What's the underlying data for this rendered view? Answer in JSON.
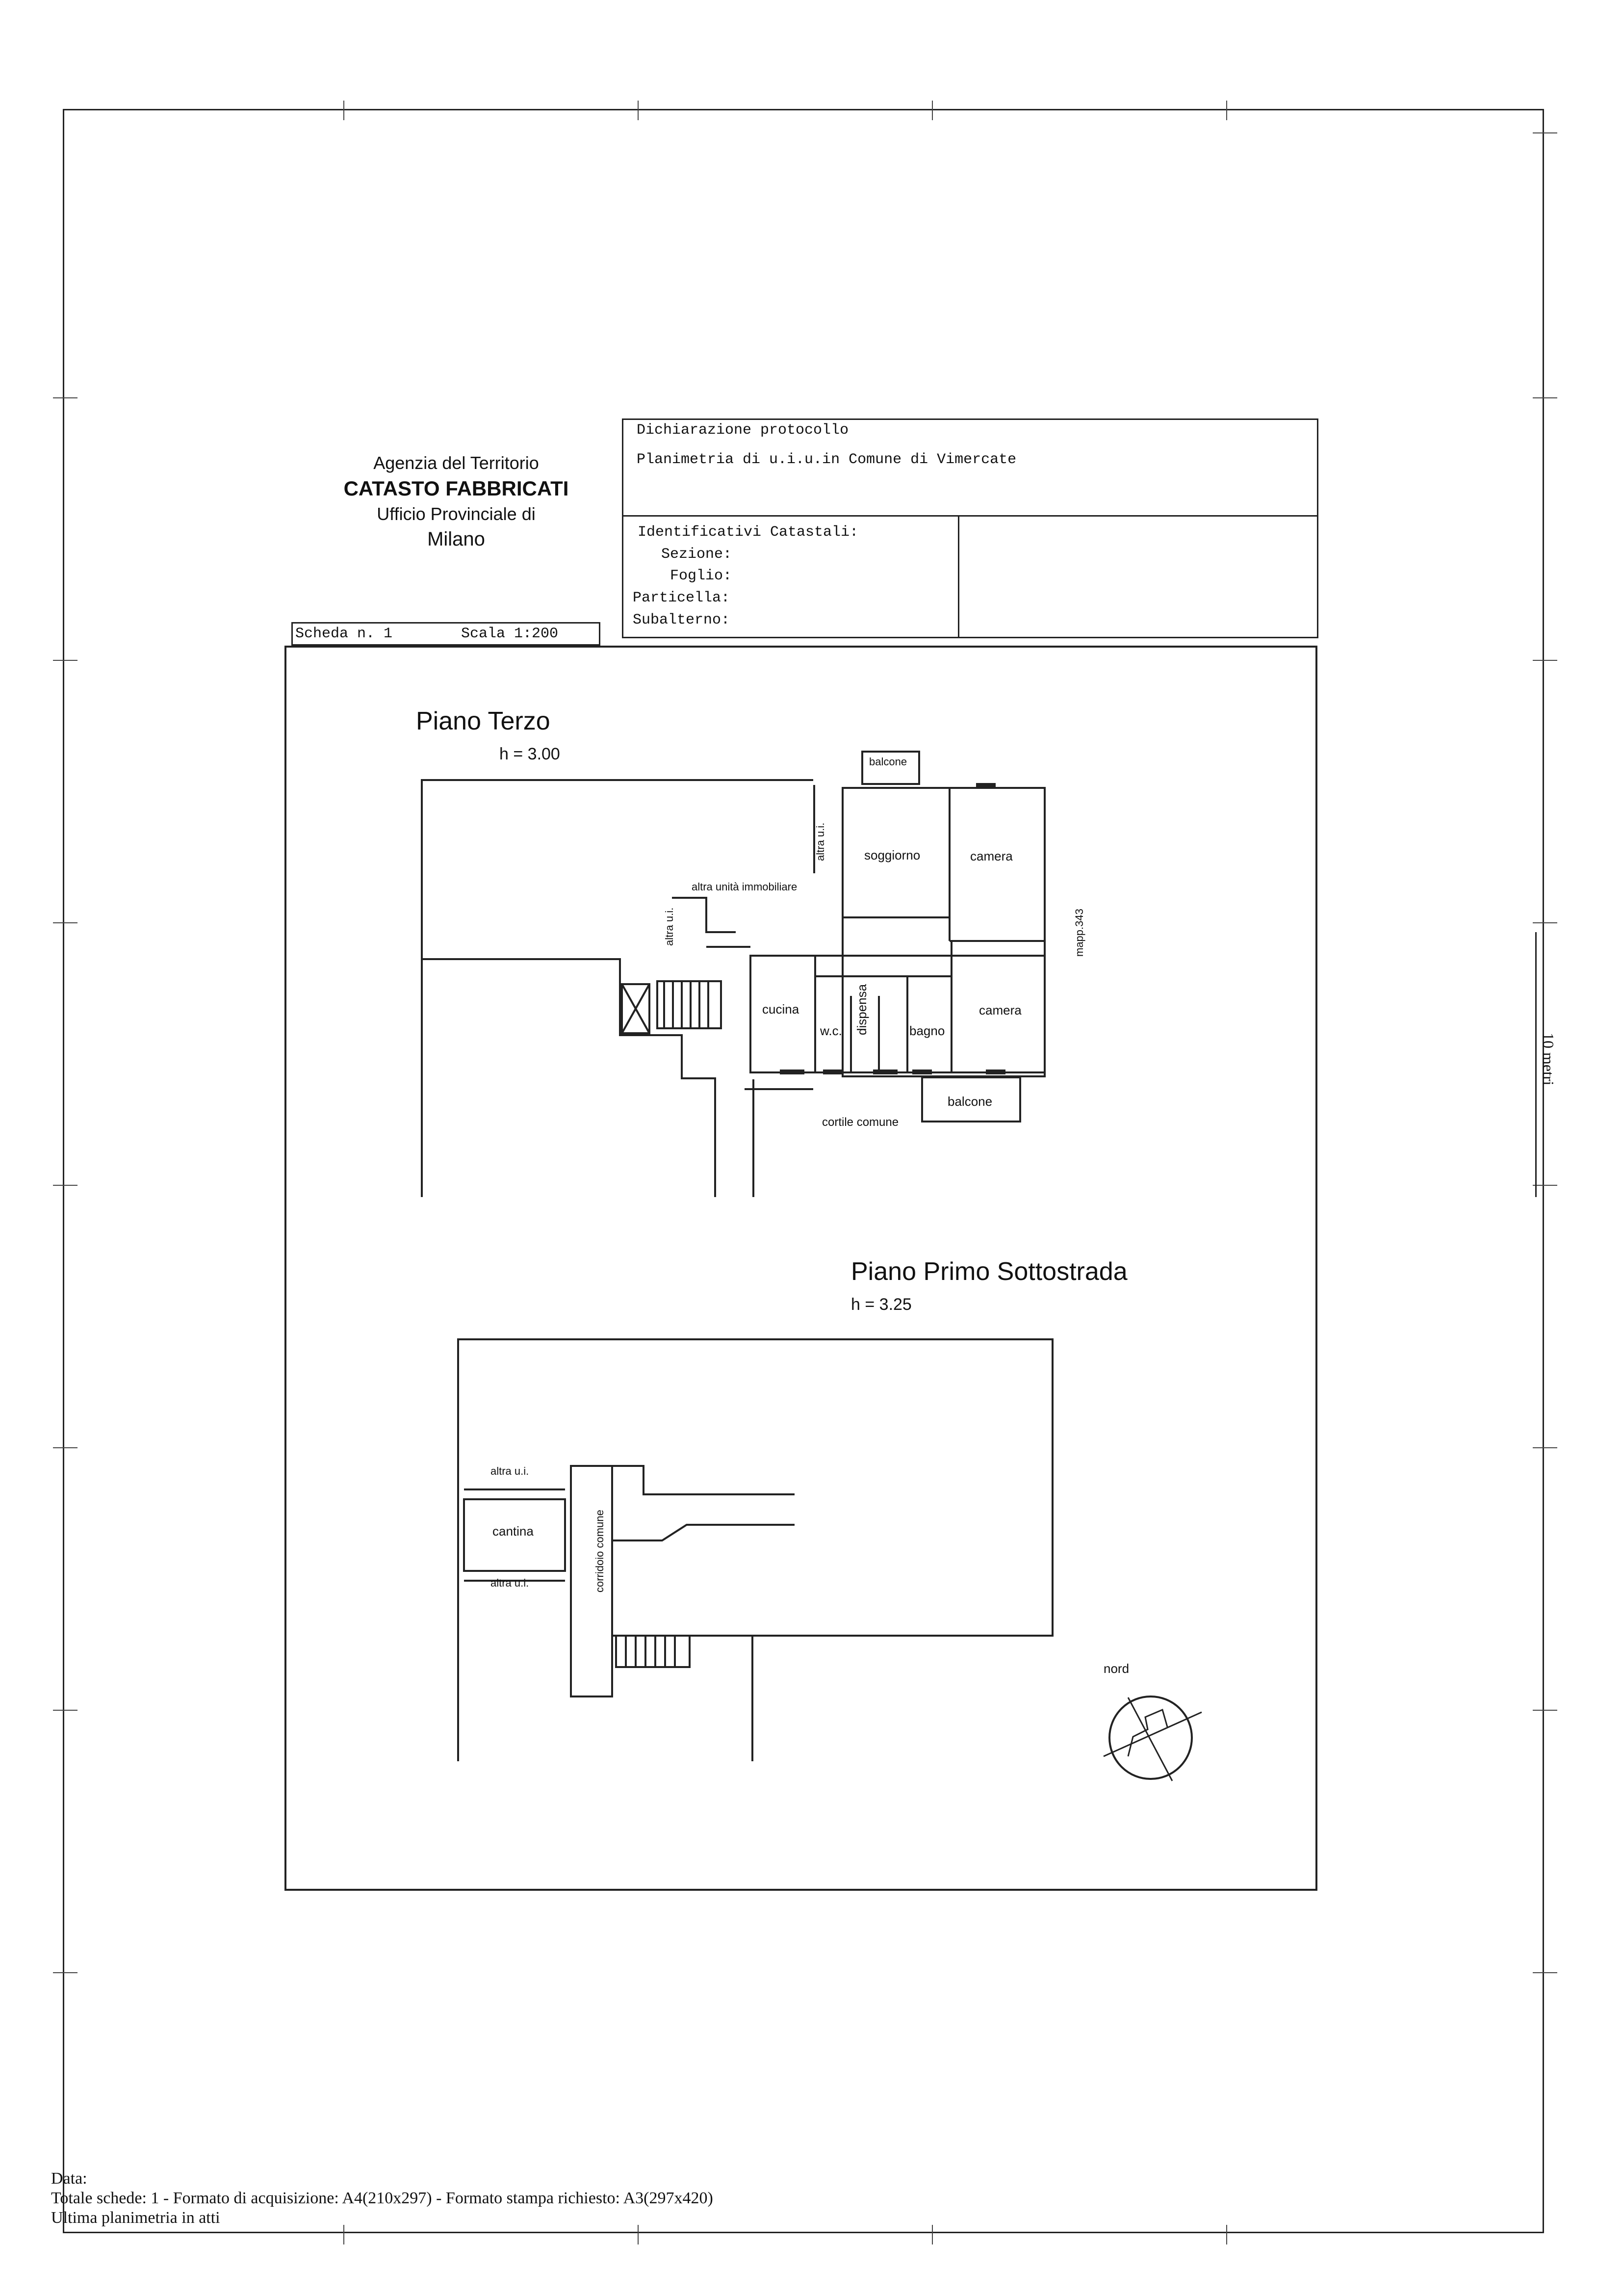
{
  "agency": {
    "line1": "Agenzia del Territorio",
    "line2": "CATASTO FABBRICATI",
    "line3": "Ufficio Provinciale di",
    "line4": "Milano"
  },
  "protocol_box": {
    "title": "Dichiarazione protocollo",
    "subtitle": "Planimetria di u.i.u.in Comune di Vimercate",
    "identificativi": "Identificativi Catastali:",
    "sezione": "Sezione:",
    "foglio": "Foglio:",
    "particella": "Particella:",
    "subalterno": "Subalterno:"
  },
  "scheda": {
    "label": "Scheda n. 1",
    "scala": "Scala 1:200"
  },
  "floor_terzo": {
    "title": "Piano Terzo",
    "height": "h = 3.00",
    "rooms": {
      "balcone_top": "balcone",
      "soggiorno": "soggiorno",
      "camera1": "camera",
      "camera2": "camera",
      "cucina": "cucina",
      "wc": "w.c.",
      "dispensa": "dispensa",
      "bagno": "bagno",
      "balcone_bottom": "balcone",
      "cortile": "cortile comune",
      "altra_ui_1": "altra u.i.",
      "altra_ui_2": "altra u.i.",
      "altra_unita": "altra unità immobiliare",
      "mapp": "mapp.343"
    }
  },
  "floor_sottostrada": {
    "title": "Piano Primo Sottostrada",
    "height": "h = 3.25",
    "rooms": {
      "altra_ui_top": "altra u.i.",
      "cantina": "cantina",
      "altra_ui_bottom": "altra u.i.",
      "corridoio": "corridoio comune"
    }
  },
  "north_label": "nord",
  "scale_label": "10 metri",
  "footer": {
    "data": "Data:",
    "totale": "Totale schede: 1 - Formato di acquisizione: A4(210x297)  - Formato stampa richiesto: A3(297x420)",
    "ultima": "Ultima planimetria in atti"
  }
}
